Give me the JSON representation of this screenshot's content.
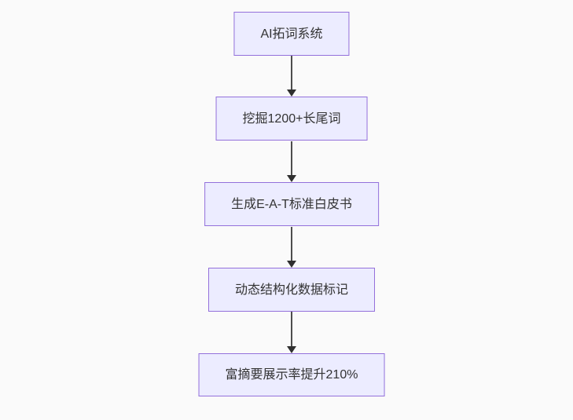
{
  "diagram": {
    "type": "flowchart",
    "direction": "top-down",
    "nodes": [
      {
        "id": "node-ai-keyword-system",
        "label": "AI拓词系统"
      },
      {
        "id": "node-mine-longtail-keywords",
        "label": "挖掘1200+长尾词"
      },
      {
        "id": "node-generate-eat-whitepaper",
        "label": "生成E-A-T标准白皮书"
      },
      {
        "id": "node-dynamic-structured-data",
        "label": "动态结构化数据标记"
      },
      {
        "id": "node-rich-snippet-rate-up",
        "label": "富摘要展示率提升210%"
      }
    ],
    "edges": [
      {
        "from": 0,
        "to": 1
      },
      {
        "from": 1,
        "to": 2
      },
      {
        "from": 2,
        "to": 3
      },
      {
        "from": 3,
        "to": 4
      }
    ],
    "colors": {
      "background": "#fafafa",
      "node_fill": "#ECECFF",
      "node_border": "#9370DB",
      "node_text": "#333333",
      "edge_line": "#4d4d4d",
      "edge_arrowhead": "#2f2f2f"
    }
  }
}
